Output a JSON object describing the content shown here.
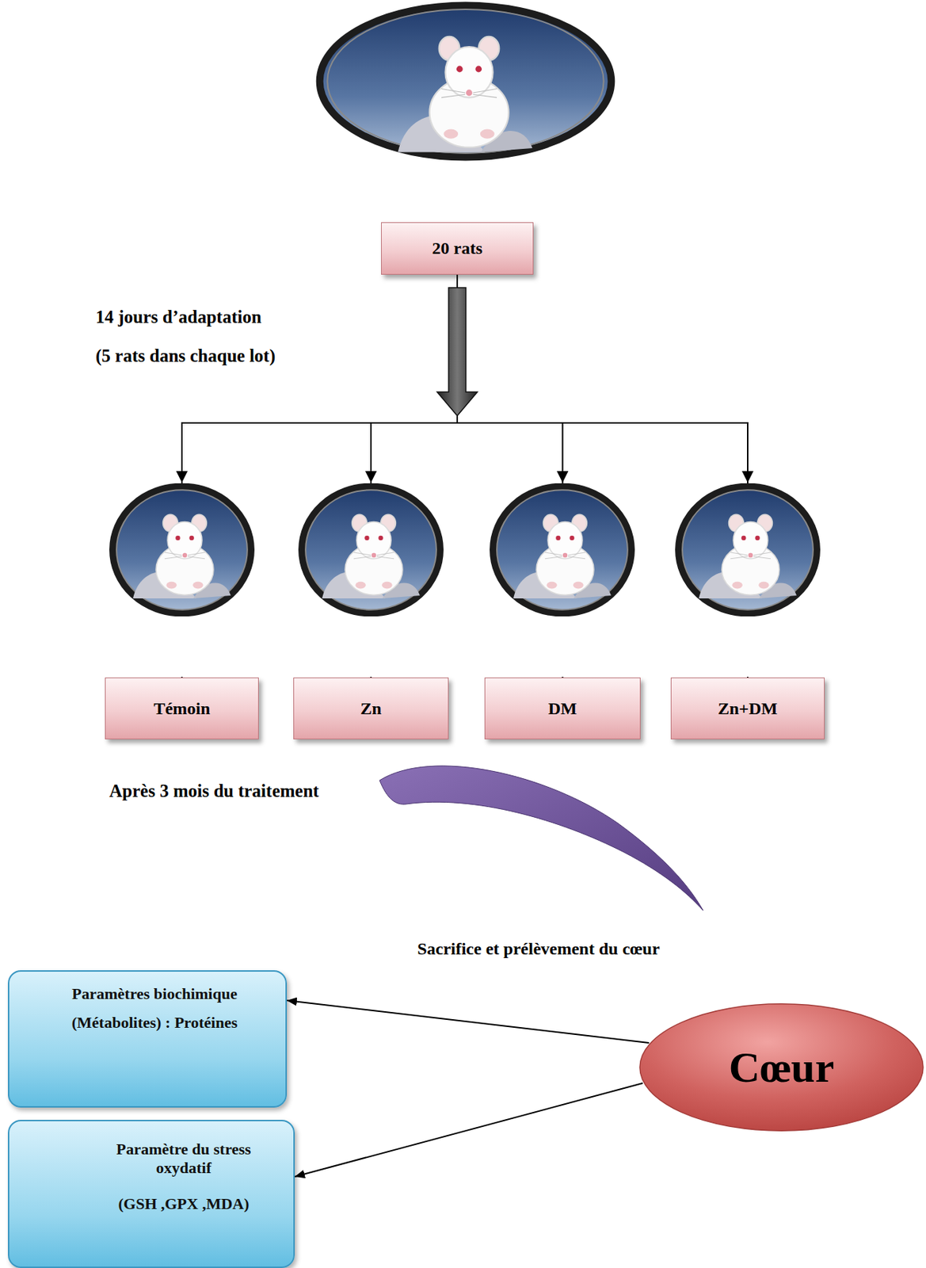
{
  "diagram": {
    "nodes": [
      {
        "text": [
          "20 rats"
        ]
      },
      {
        "text": [
          "Témoin"
        ]
      },
      {
        "text": [
          "Zn"
        ]
      },
      {
        "text": [
          "DM"
        ]
      },
      {
        "text": [
          "Zn+DM"
        ]
      },
      {
        "text": [
          "Paramètres biochimique",
          "(Métabolites) : Protéines"
        ]
      },
      {
        "text": [
          "Paramètre du stress oxydatif",
          "(GSH ,GPX ,MDA)"
        ]
      },
      {
        "text": [
          "Cœur"
        ]
      }
    ],
    "edges": [
      {
        "from": 0,
        "to": 1,
        "arrow": "to"
      },
      {
        "from": 0,
        "to": 2,
        "arrow": "to"
      },
      {
        "from": 0,
        "to": 3,
        "arrow": "to"
      },
      {
        "from": 0,
        "to": 4,
        "arrow": "to"
      },
      {
        "from": 7,
        "to": 5,
        "arrow": "to"
      },
      {
        "from": 7,
        "to": 6,
        "arrow": "to"
      }
    ],
    "labels": [
      "14 jours d’adaptation",
      "(5 rats dans chaque lot)",
      "Après 3 mois du traitement",
      "Sacrifice et prélèvement du cœur"
    ]
  }
}
